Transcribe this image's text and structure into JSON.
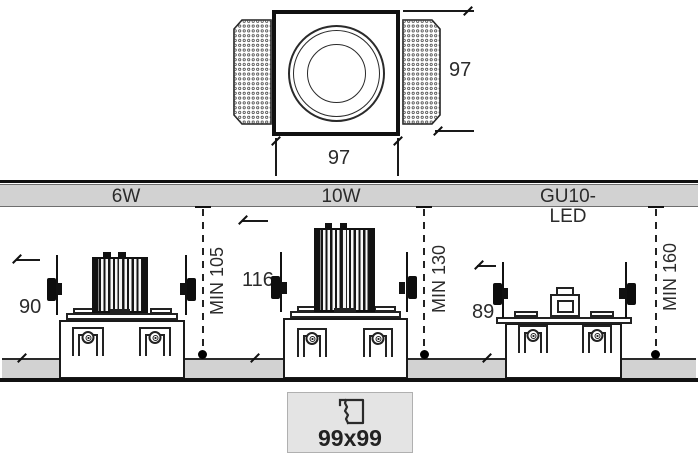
{
  "top_view": {
    "height_label": "97",
    "width_label": "97"
  },
  "header_band": {
    "variants": [
      "6W",
      "10W",
      "GU10-LED"
    ]
  },
  "side_views": [
    {
      "variant": "6W",
      "height": "90",
      "min_depth": "MIN 105"
    },
    {
      "variant": "10W",
      "height": "116",
      "min_depth": "MIN 130"
    },
    {
      "variant": "GU10-LED",
      "height": "89",
      "min_depth": "MIN 160"
    }
  ],
  "cutout_box": {
    "size_label": "99x99"
  },
  "colors": {
    "band_gray": "#d2d2d2",
    "box_gray": "#e4e4e4",
    "line_black": "#111111",
    "text": "#2b2b2b"
  }
}
